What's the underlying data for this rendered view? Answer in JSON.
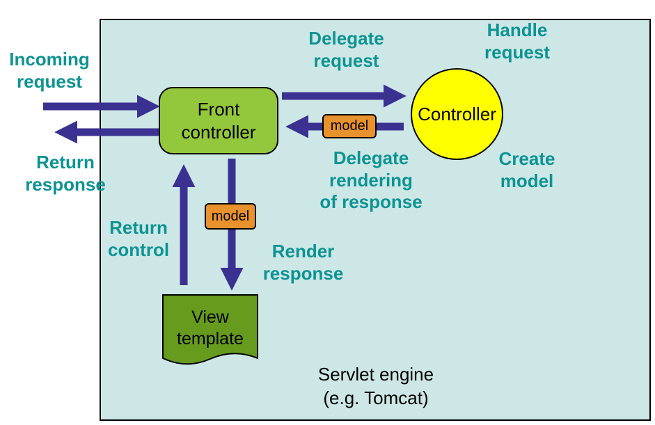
{
  "colors": {
    "container_bg": "#cde7e6",
    "front_controller_bg": "#93c83c",
    "controller_bg": "#ffff00",
    "view_template_bg": "#669b1e",
    "model_bg": "#e8922d",
    "arrow": "#3b3191",
    "label_teal": "#0d9393"
  },
  "nodes": {
    "front_controller": "Front\ncontroller",
    "controller": "Controller",
    "view_template": "View\ntemplate",
    "model_upper": "model",
    "model_lower": "model"
  },
  "labels": {
    "incoming_request": "Incoming\nrequest",
    "return_response": "Return\nresponse",
    "delegate_request": "Delegate\nrequest",
    "handle_request": "Handle\nrequest",
    "delegate_rendering": "Delegate\nrendering\nof response",
    "create_model": "Create\nmodel",
    "return_control": "Return\ncontrol",
    "render_response": "Render\nresponse",
    "engine_caption": "Servlet engine\n(e.g. Tomcat)"
  }
}
